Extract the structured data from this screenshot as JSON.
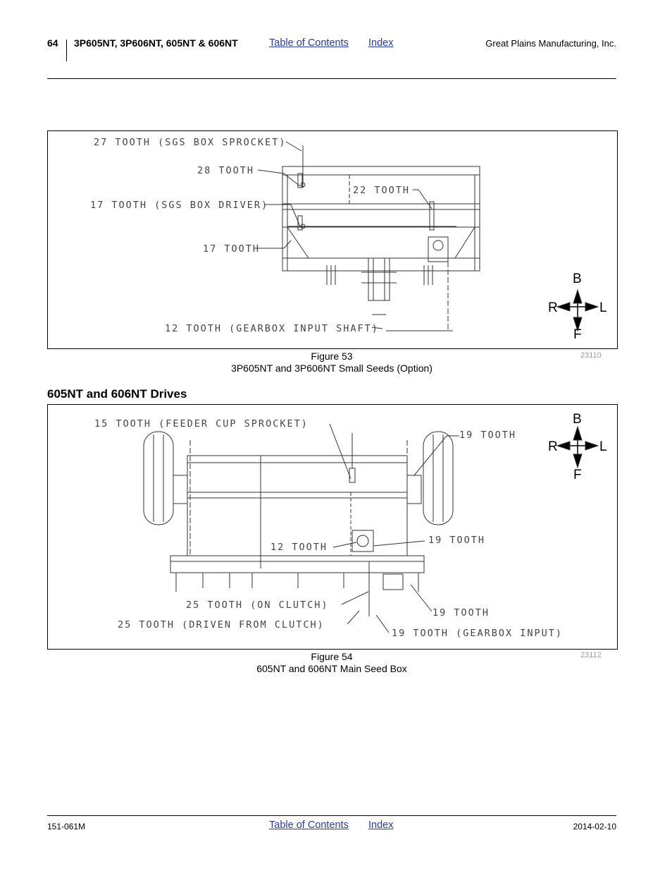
{
  "header": {
    "page_number": "64",
    "title": "3P605NT, 3P606NT, 605NT & 606NT",
    "toc_link": "Table of Contents",
    "index_link": "Index",
    "company": "Great Plains Manufacturing, Inc."
  },
  "figure53": {
    "labels": {
      "l1": "27 TOOTH (SGS BOX SPROCKET)",
      "l2": "28 TOOTH",
      "l3": "17 TOOTH (SGS BOX DRIVER)",
      "l4": "22 TOOTH",
      "l5": "17 TOOTH",
      "l6": "12 TOOTH (GEARBOX INPUT SHAFT)"
    },
    "compass": {
      "b": "B",
      "r": "R",
      "l": "L",
      "f": "F"
    },
    "caption_line1": "Figure 53",
    "caption_line2": "3P605NT and 3P606NT Small Seeds (Option)",
    "image_id": "23110"
  },
  "section_heading": "605NT and 606NT Drives",
  "figure54": {
    "labels": {
      "l1": "15 TOOTH (FEEDER CUP SPROCKET)",
      "l2": "19 TOOTH",
      "l3": "12 TOOTH",
      "l4": "19 TOOTH",
      "l5": "25 TOOTH (ON CLUTCH)",
      "l6": "19 TOOTH",
      "l7": "25 TOOTH (DRIVEN FROM CLUTCH)",
      "l8": "19 TOOTH (GEARBOX INPUT)"
    },
    "compass": {
      "b": "B",
      "r": "R",
      "l": "L",
      "f": "F"
    },
    "caption_line1": "Figure 54",
    "caption_line2": "605NT and 606NT Main Seed Box",
    "image_id": "23112"
  },
  "footer": {
    "doc_number": "151-061M",
    "toc_link": "Table of Contents",
    "index_link": "Index",
    "date": "2014-02-10"
  }
}
